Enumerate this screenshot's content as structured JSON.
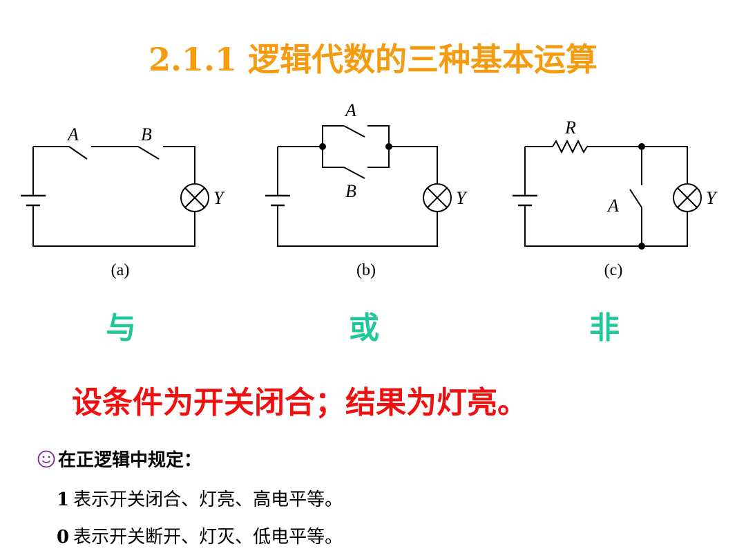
{
  "title": "2.1.1  逻辑代数的三种基本运算",
  "circuits": {
    "a": {
      "switch1": "A",
      "switch2": "B",
      "lamp": "Y",
      "caption": "(a)"
    },
    "b": {
      "switch1": "A",
      "switch2": "B",
      "lamp": "Y",
      "caption": "(b)"
    },
    "c": {
      "resistor": "R",
      "switch1": "A",
      "lamp": "Y",
      "caption": "(c)"
    }
  },
  "operations": [
    "与",
    "或",
    "非"
  ],
  "premise": "设条件为开关闭合；结果为灯亮。",
  "rules": {
    "heading": "在正逻辑中规定：",
    "icon": "smiley-icon",
    "lines": [
      {
        "digit": "1",
        "text": "表示开关闭合、灯亮、高电平等。"
      },
      {
        "digit": "0",
        "text": "表示开关断开、灯灭、低电平等。"
      }
    ]
  },
  "colors": {
    "title": "#f39c12",
    "operations": "#21c79b",
    "premise": "#ee1111"
  }
}
